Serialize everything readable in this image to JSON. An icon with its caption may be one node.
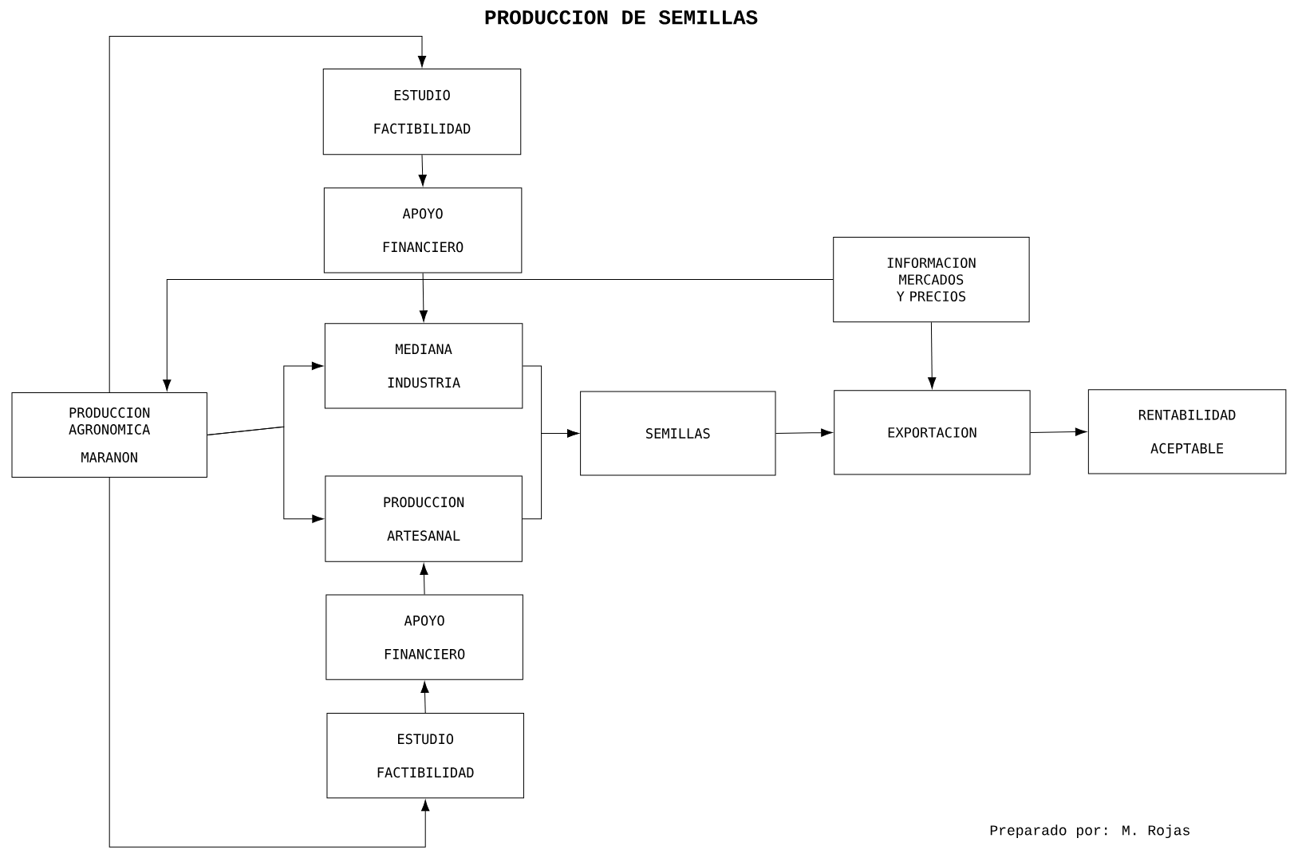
{
  "diagram": {
    "title": "PRODUCCION DE SEMILLAS",
    "nodes": [
      {
        "text": [
          "ESTUDIO FACTIBILIDAD"
        ]
      },
      {
        "text": [
          "APOYO FINANCIERO"
        ]
      },
      {
        "text": [
          "INFORMACION MERCADOS Y PRECIOS"
        ]
      },
      {
        "text": [
          "MEDIANA INDUSTRIA"
        ]
      },
      {
        "text": [
          "PRODUCCION AGRONOMICA",
          "MARANON"
        ]
      },
      {
        "text": [
          "SEMILLAS"
        ]
      },
      {
        "text": [
          "EXPORTACION"
        ]
      },
      {
        "text": [
          "RENTABILIDAD ACEPTABLE"
        ]
      },
      {
        "text": [
          "PRODUCCION ARTESANAL"
        ]
      },
      {
        "text": [
          "APOYO FINANCIERO"
        ]
      },
      {
        "text": [
          "ESTUDIO FACTIBILIDAD"
        ]
      }
    ],
    "edges": [
      {
        "from": 4,
        "to": 0,
        "arrow": "to"
      },
      {
        "from": 0,
        "to": 1,
        "arrow": "to"
      },
      {
        "from": 1,
        "to": 3,
        "arrow": "to"
      },
      {
        "from": 2,
        "to": 4,
        "arrow": "to"
      },
      {
        "from": 2,
        "to": 6,
        "arrow": "to"
      },
      {
        "from": 4,
        "to": 3,
        "arrow": "to"
      },
      {
        "from": 4,
        "to": 8,
        "arrow": "to"
      },
      {
        "from": 3,
        "to": 5,
        "arrow": "to"
      },
      {
        "from": 8,
        "to": 5,
        "arrow": "to"
      },
      {
        "from": 5,
        "to": 6,
        "arrow": "to"
      },
      {
        "from": 6,
        "to": 7,
        "arrow": "to"
      },
      {
        "from": 9,
        "to": 8,
        "arrow": "to"
      },
      {
        "from": 10,
        "to": 9,
        "arrow": "to"
      },
      {
        "from": 4,
        "to": 10,
        "arrow": "to"
      }
    ],
    "labels": [
      "Preparado por: M. Rojas"
    ]
  }
}
